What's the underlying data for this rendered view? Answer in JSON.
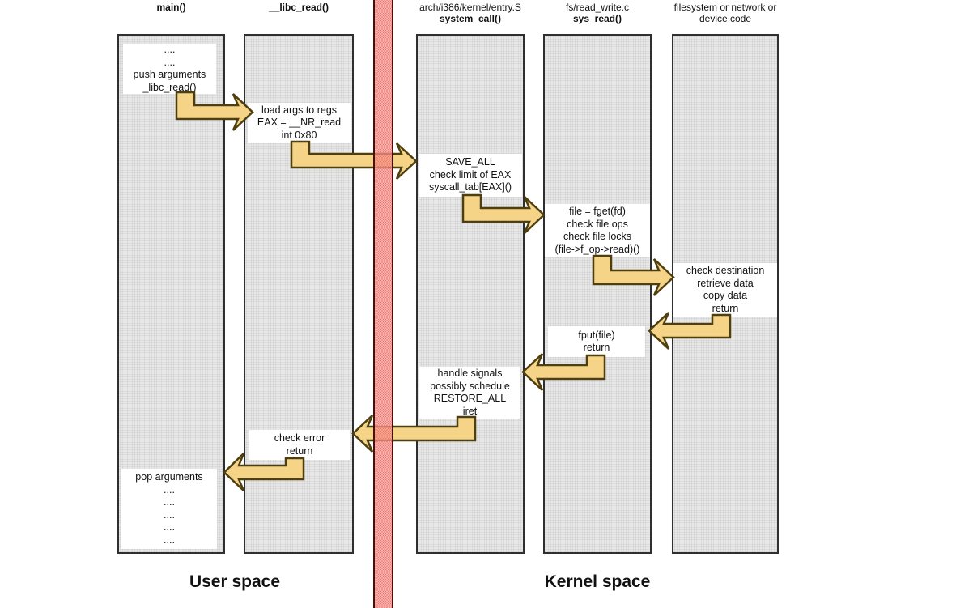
{
  "colors": {
    "arrow_fill": "#f5d488",
    "arrow_border": "#4e3f10",
    "lane_fill": "#e7e7e7",
    "lane_dot": "#d2d2d2",
    "lane_border": "#2f2f2f",
    "boundary_red": "#ee7067",
    "box_bg": "#ffffff",
    "text": "#111111"
  },
  "lanes": [
    {
      "header_top": "",
      "header_main": "main()"
    },
    {
      "header_top": "",
      "header_main": "__libc_read()"
    },
    {
      "header_top": "arch/i386/kernel/entry.S",
      "header_main": "system_call()"
    },
    {
      "header_top": "fs/read_write.c",
      "header_main": "sys_read()"
    },
    {
      "header_top": "filesystem or network or",
      "header_main": "device code"
    }
  ],
  "boxes": {
    "main_entry": [
      "....",
      "....",
      "push arguments",
      "_libc_read()"
    ],
    "libc_load": [
      "load args to regs",
      "EAX = __NR_read",
      "int 0x80"
    ],
    "syscall_entry": [
      "SAVE_ALL",
      "check limit of EAX",
      "syscall_tab[EAX]()"
    ],
    "sys_read_body": [
      "file = fget(fd)",
      "check file ops",
      "check file locks",
      "(file->f_op->read)()"
    ],
    "fs_body": [
      "check destination",
      "retrieve data",
      "copy data",
      "return"
    ],
    "sys_read_return": [
      "fput(file)",
      "return"
    ],
    "syscall_return": [
      "handle signals",
      "possibly schedule",
      "RESTORE_ALL",
      "iret"
    ],
    "libc_return": [
      "check error",
      "return"
    ],
    "main_return": [
      "pop arguments",
      "....",
      "....",
      "....",
      "....",
      "...."
    ]
  },
  "arrows": [
    {
      "from": "main()",
      "to": "__libc_read()",
      "direction": "right",
      "crosses_boundary": false
    },
    {
      "from": "__libc_read()",
      "to": "system_call()",
      "direction": "right",
      "crosses_boundary": true
    },
    {
      "from": "system_call()",
      "to": "sys_read()",
      "direction": "right",
      "crosses_boundary": false
    },
    {
      "from": "sys_read()",
      "to": "filesystem or network or device code",
      "direction": "right",
      "crosses_boundary": false
    },
    {
      "from": "filesystem or network or device code",
      "to": "sys_read()",
      "direction": "left",
      "crosses_boundary": false
    },
    {
      "from": "sys_read()",
      "to": "system_call()",
      "direction": "left",
      "crosses_boundary": false
    },
    {
      "from": "system_call()",
      "to": "__libc_read()",
      "direction": "left",
      "crosses_boundary": true
    },
    {
      "from": "__libc_read()",
      "to": "main()",
      "direction": "left",
      "crosses_boundary": false
    }
  ],
  "regions": {
    "user_space": "User space",
    "kernel_space": "Kernel space"
  }
}
